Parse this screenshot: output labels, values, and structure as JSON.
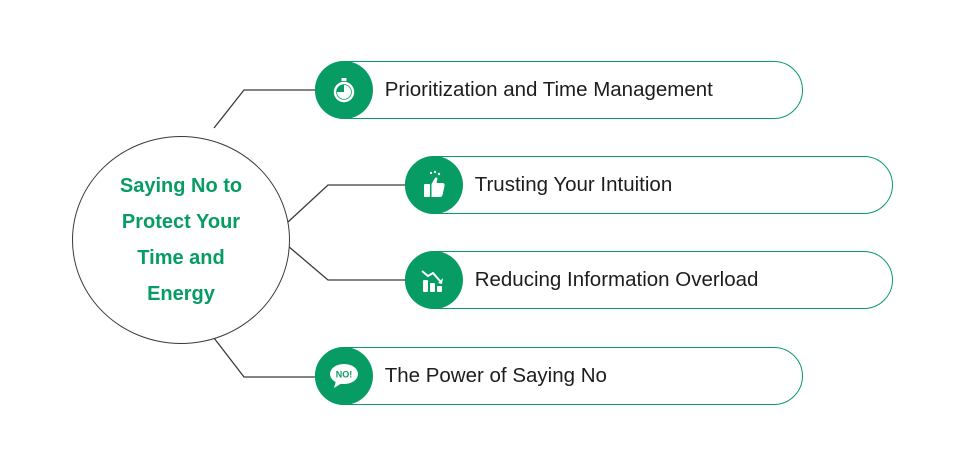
{
  "center": {
    "title": "Saying No to Protect Your Time and Energy"
  },
  "branches": [
    {
      "label": "Prioritization and Time Management",
      "icon": "stopwatch-icon"
    },
    {
      "label": "Trusting Your Intuition",
      "icon": "thumbs-up-icon"
    },
    {
      "label": "Reducing Information Overload",
      "icon": "declining-chart-icon"
    },
    {
      "label": "The Power of Saying No",
      "icon": "no-speech-bubble-icon"
    }
  ],
  "colors": {
    "accent": "#079c63",
    "line": "#3a3a3a",
    "text": "#1d1d1d"
  },
  "icon_text": {
    "no_bubble": "NO!"
  }
}
